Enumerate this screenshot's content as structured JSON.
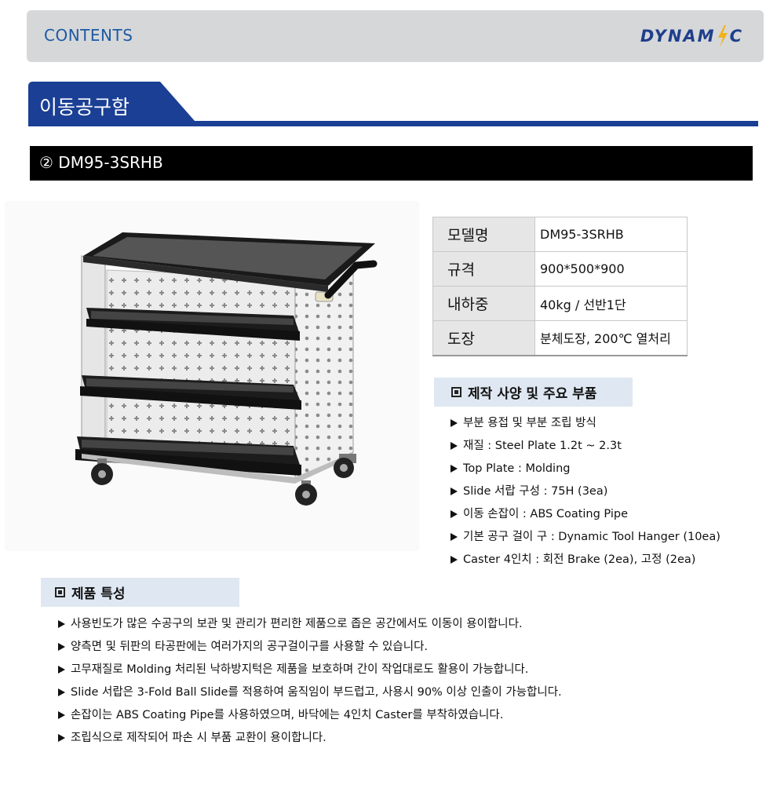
{
  "header": {
    "title": "CONTENTS",
    "logo_left": "DYNAM",
    "logo_right": "C",
    "accent_color": "#1d5aa3",
    "bar_color": "#d6d7d9"
  },
  "section": {
    "title": "이동공구함",
    "color": "#1a3f95"
  },
  "model": {
    "title": "② DM95-3SRHB"
  },
  "spec_table": [
    {
      "key": "모델명",
      "value": "DM95-3SRHB"
    },
    {
      "key": "규격",
      "value": "900*500*900"
    },
    {
      "key": "내하중",
      "value": "40kg / 선반1단"
    },
    {
      "key": "도장",
      "value": "분체도장, 200℃ 열처리"
    }
  ],
  "spec_heading": "제작 사양 및 주요 부품",
  "spec_items": [
    "부분 용접 및 부분 조립 방식",
    "재질 : Steel Plate 1.2t ~ 2.3t",
    "Top Plate : Molding",
    "Slide 서랍 구성 : 75H (3ea)",
    "이동 손잡이 : ABS Coating Pipe",
    "기본 공구 걸이 구 : Dynamic Tool Hanger (10ea)",
    "Caster 4인치 : 회전 Brake (2ea), 고정 (2ea)"
  ],
  "feature_heading": "제품 특성",
  "feature_items": [
    "사용빈도가 많은 수공구의 보관 및 관리가 편리한 제품으로 좁은 공간에서도 이동이 용이합니다.",
    "양측면 및 뒤판의 타공판에는 여러가지의 공구걸이구를 사용할 수 있습니다.",
    "고무재질로 Molding 처리된 낙하방지턱은 제품을 보호하며 간이 작업대로도 활용이 가능합니다.",
    "Slide 서랍은 3-Fold Ball Slide를 적용하여 움직임이 부드럽고, 사용시 90% 이상 인출이 가능합니다.",
    "손잡이는 ABS Coating Pipe를 사용하였으며, 바닥에는 4인치 Caster를 부착하였습니다.",
    "조립식으로 제작되어 파손 시 부품 교환이 용이합니다."
  ]
}
